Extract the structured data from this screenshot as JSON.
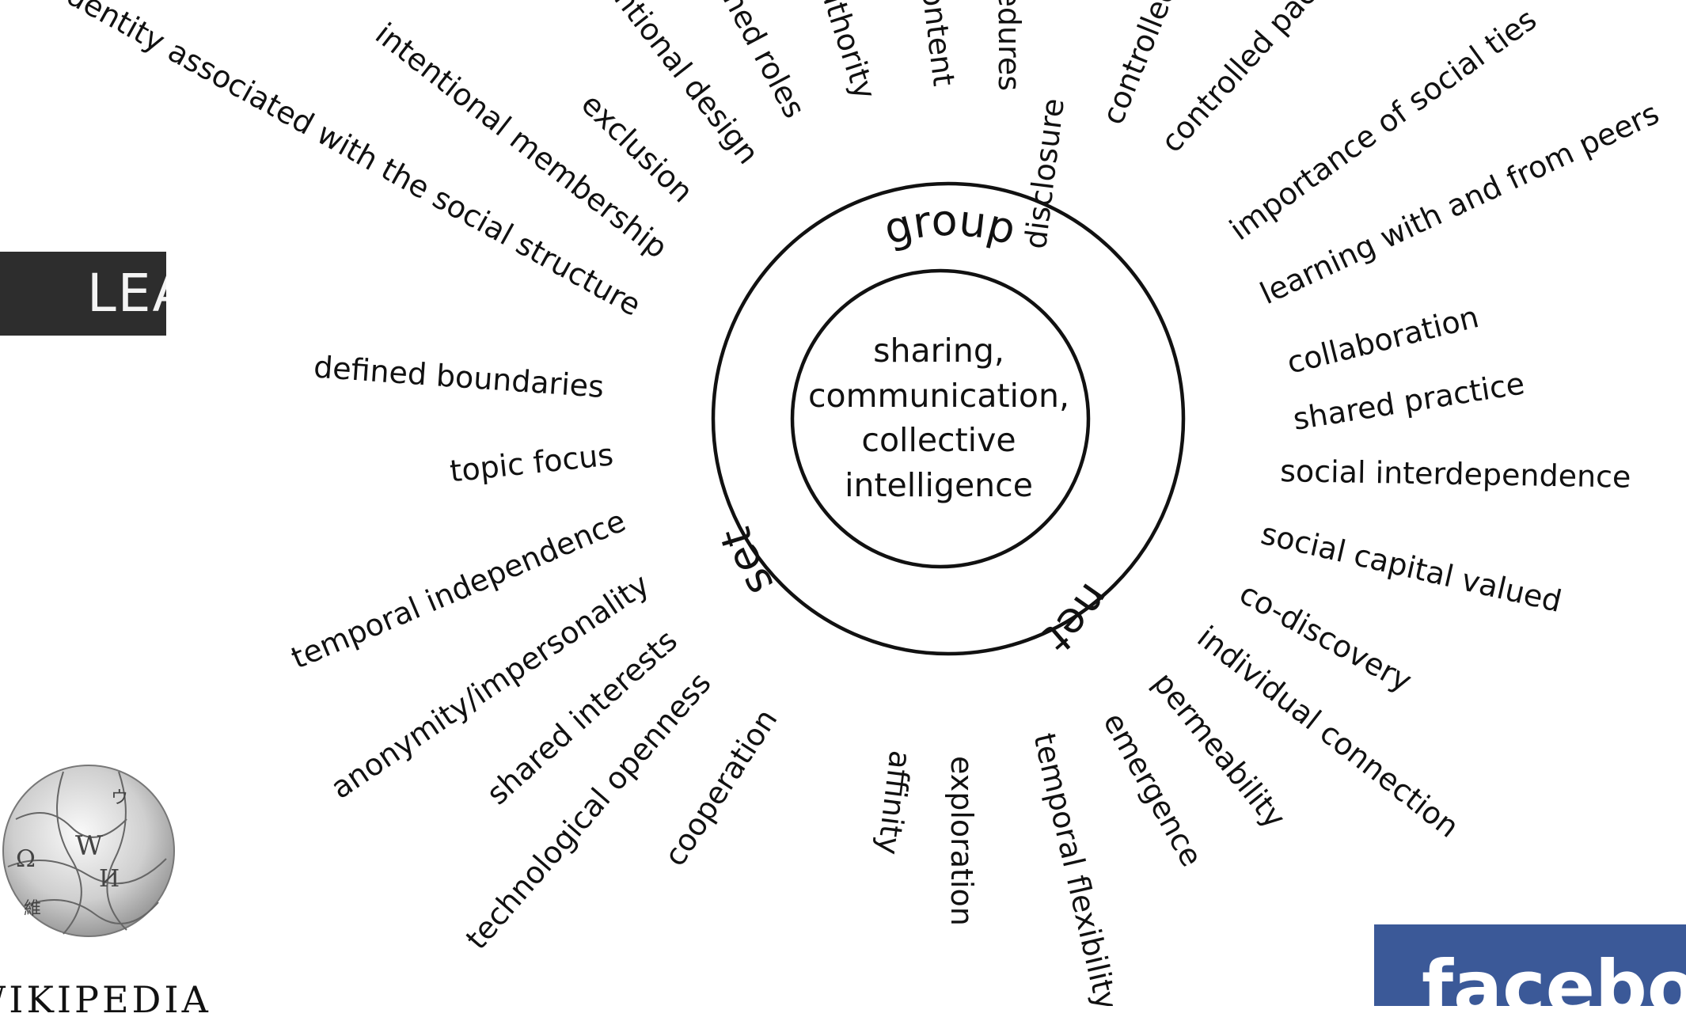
{
  "center": {
    "lines": [
      "sharing,",
      "communication,",
      "collective",
      "intelligence"
    ]
  },
  "rings": {
    "top": "group",
    "left": "set",
    "right": "net"
  },
  "spokes": [
    "identity associated with the social structure",
    "intentional membership",
    "exclusion",
    "intentional design",
    "defined roles",
    "authority",
    "content",
    "procedures",
    "disclosure",
    "controlled",
    "controlled pace",
    "importance of social ties",
    "learning with and from peers",
    "collaboration",
    "shared practice",
    "social interdependence",
    "social capital valued",
    "co-discovery",
    "individual connection",
    "permeability",
    "emergence",
    "temporal flexibility",
    "exploration",
    "affinity",
    "cooperation",
    "technological openness",
    "shared interests",
    "anonymity/impersonality",
    "temporal independence",
    "topic focus",
    "defined boundaries"
  ],
  "logos": {
    "learnist": "LEARNIST",
    "wikipedia": "WIKIPEDIA",
    "facebook": "facebook"
  },
  "colors": {
    "ink": "#111111",
    "facebook_blue": "#3b5998",
    "learnist_bg": "#2d2d2d"
  }
}
